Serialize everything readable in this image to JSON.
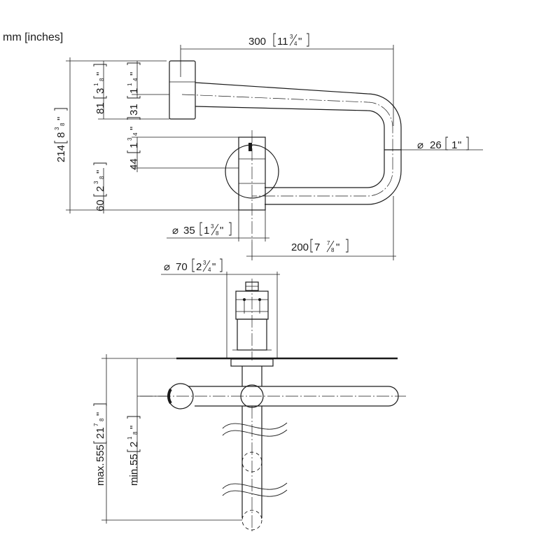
{
  "units_label": "mm [inches]",
  "dimensions": {
    "width_overall": {
      "mm": "300",
      "in_whole": "11",
      "in_num": "3",
      "in_den": "4"
    },
    "diameter_spout": {
      "symbol": "⌀",
      "mm": "26",
      "in_whole": "1",
      "in_num": "",
      "in_den": ""
    },
    "reach_lower": {
      "mm": "200",
      "in_whole": "7",
      "in_num": "7",
      "in_den": "8"
    },
    "diameter_body": {
      "symbol": "⌀",
      "mm": "35",
      "in_whole": "1",
      "in_num": "3",
      "in_den": "8"
    },
    "diameter_rosette": {
      "symbol": "⌀",
      "mm": "70",
      "in_whole": "2",
      "in_num": "3",
      "in_den": "4"
    },
    "height_overall": {
      "mm": "214",
      "in_whole": "8",
      "in_num": "3",
      "in_den": "8"
    },
    "height_top_block": {
      "mm": "81",
      "in_whole": "3",
      "in_num": "1",
      "in_den": "8"
    },
    "height_head": {
      "mm": "31",
      "in_whole": "1",
      "in_num": "1",
      "in_den": "4"
    },
    "height_body_top": {
      "mm": "44",
      "in_whole": "1",
      "in_num": "3",
      "in_den": "4"
    },
    "height_bottom": {
      "mm": "60",
      "in_whole": "2",
      "in_num": "3",
      "in_den": "8"
    },
    "depth_max": {
      "prefix": "max.",
      "mm": "555",
      "in_whole": "21",
      "in_num": "7",
      "in_den": "8"
    },
    "depth_min": {
      "prefix": "min.",
      "mm": "55",
      "in_whole": "2",
      "in_num": "1",
      "in_den": "8"
    }
  }
}
